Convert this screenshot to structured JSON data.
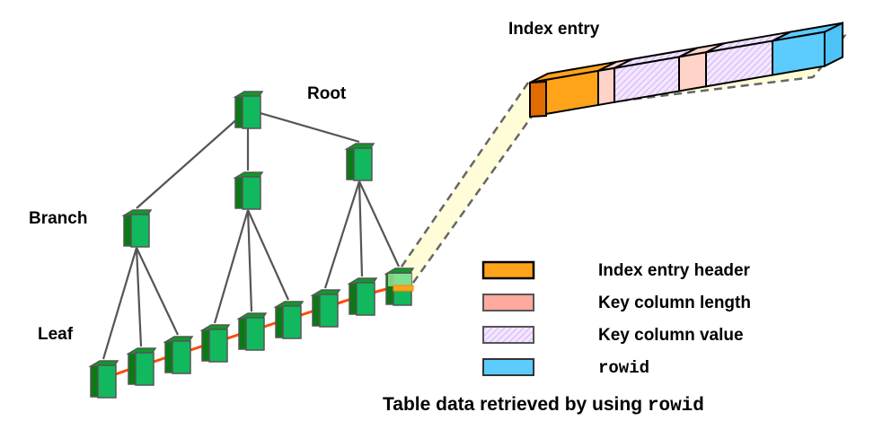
{
  "labels": {
    "root": "Root",
    "branch": "Branch",
    "leaf": "Leaf",
    "index_entry": "Index entry",
    "caption_prefix": "Table data retrieved by using ",
    "caption_code": "rowid"
  },
  "legend": [
    {
      "name": "index-entry-header",
      "label": "Index entry header",
      "fill": "#ffa31a",
      "stroke": "#000000",
      "pattern": false,
      "mono": false
    },
    {
      "name": "key-column-length",
      "label": "Key column length",
      "fill": "#ffaaa0",
      "stroke": "#555555",
      "pattern": false,
      "mono": false
    },
    {
      "name": "key-column-value",
      "label": "Key column value",
      "fill": "#f3e6ff",
      "stroke": "#555555",
      "pattern": true,
      "mono": false
    },
    {
      "name": "rowid",
      "label": "rowid",
      "fill": "#5cccff",
      "stroke": "#333333",
      "pattern": false,
      "mono": true
    }
  ],
  "colors": {
    "node_front": "#12b85e",
    "node_side": "#0a7a14",
    "node_top": "#0f9a2a",
    "node_stroke": "#555555",
    "edge": "#555555",
    "arrow": "#ff4a00",
    "callout_fill": "#fffcd8",
    "callout_stroke": "#666666"
  },
  "tree": {
    "root": {
      "id": "root"
    },
    "branches": [
      {
        "id": "b1"
      },
      {
        "id": "b2"
      },
      {
        "id": "b3"
      }
    ],
    "leaves_count": 9,
    "highlighted_leaf": 8
  },
  "index_entry_segments": [
    {
      "kind": "header",
      "fill": "#ffa31a"
    },
    {
      "kind": "length",
      "fill": "#ffd3c8"
    },
    {
      "kind": "value",
      "fill": "#f3e6ff"
    },
    {
      "kind": "length",
      "fill": "#ffd3c8"
    },
    {
      "kind": "value",
      "fill": "#f3e6ff"
    },
    {
      "kind": "rowid",
      "fill": "#5cccff"
    }
  ]
}
